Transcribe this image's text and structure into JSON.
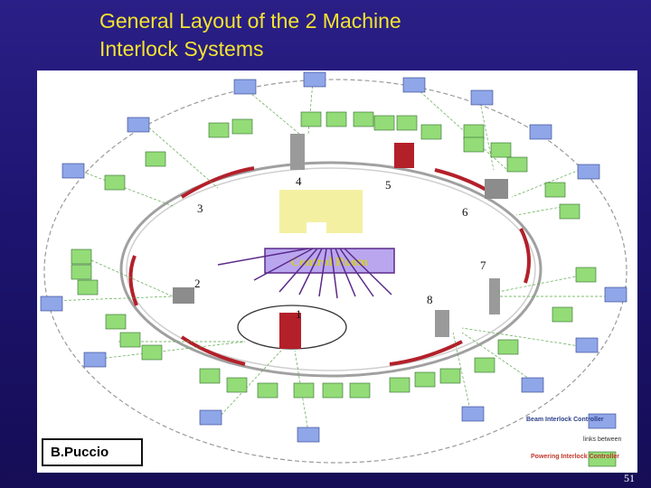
{
  "slide": {
    "title_line1": "General Layout of the 2 Machine",
    "title_line2": "Interlock Systems",
    "author": "B.Puccio",
    "page_number": "51"
  },
  "diagram": {
    "control_room_label": "Control Room",
    "point_numbers": [
      "1",
      "2",
      "3",
      "4",
      "5",
      "6",
      "7",
      "8"
    ],
    "legend": {
      "beam_interlock": "Beam Interlock Controller",
      "links_between": "links between",
      "powering_interlock": "Powering Interlock Controller"
    },
    "colors": {
      "cibu_box": "#8fa6e8",
      "cipc_box": "#93dc78",
      "control_room_bg": "#b9a6ef",
      "control_room_text": "#d2cf2a",
      "arrows": "#5b2a8a",
      "magnets": "#b3202a"
    }
  }
}
